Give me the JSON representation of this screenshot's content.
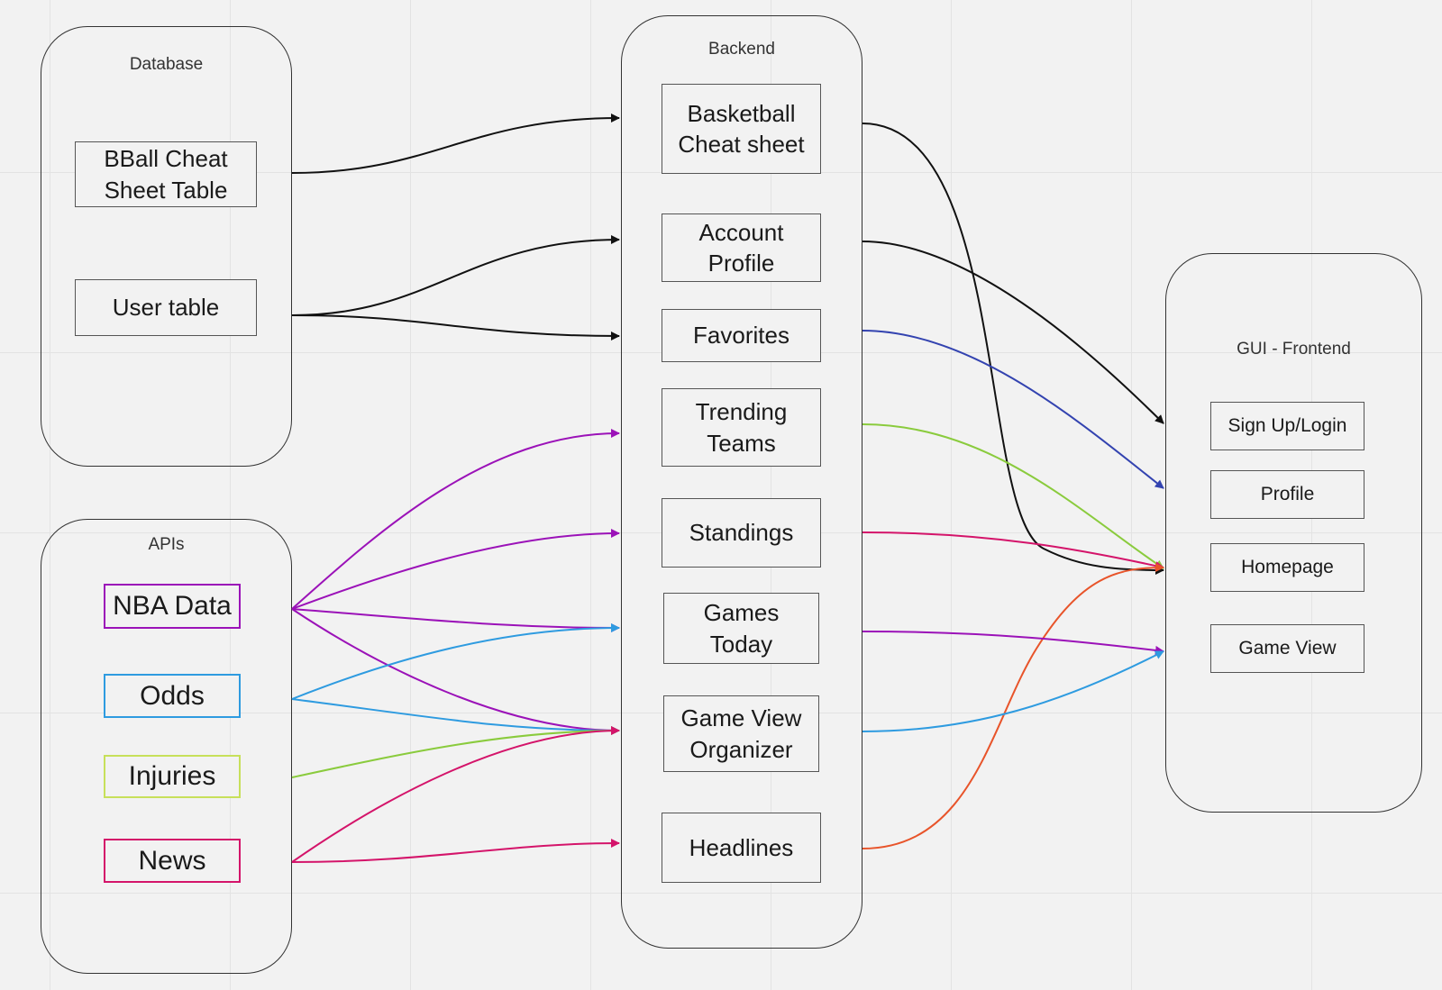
{
  "colors": {
    "black": "#111111",
    "purple": "#9b12b8",
    "blue": "#2e9be0",
    "green": "#8acb3d",
    "crimson": "#d4146a",
    "navy": "#3343b0",
    "orange": "#e8542a",
    "injuries_border": "#c7e05a"
  },
  "groups": {
    "database": {
      "title": "Database"
    },
    "apis": {
      "title": "APIs"
    },
    "backend": {
      "title": "Backend"
    },
    "frontend": {
      "title": "GUI - Frontend"
    }
  },
  "database": {
    "cheat_table": "BBall Cheat Sheet Table",
    "user_table": "User table"
  },
  "apis": {
    "nba_data": "NBA Data",
    "odds": "Odds",
    "injuries": "Injuries",
    "news": "News"
  },
  "backend": {
    "cheat_sheet": "Basketball Cheat sheet",
    "account_profile": "Account Profile",
    "favorites": "Favorites",
    "trending_teams": "Trending Teams",
    "standings": "Standings",
    "games_today": "Games Today",
    "game_view_organizer": "Game View Organizer",
    "headlines": "Headlines"
  },
  "frontend": {
    "signup_login": "Sign Up/Login",
    "profile": "Profile",
    "homepage": "Homepage",
    "game_view": "Game View"
  },
  "connections": [
    {
      "from": "BBall Cheat Sheet Table",
      "to": "Basketball Cheat sheet",
      "color": "black"
    },
    {
      "from": "User table",
      "to": "Account Profile",
      "color": "black"
    },
    {
      "from": "User table",
      "to": "Favorites",
      "color": "black"
    },
    {
      "from": "NBA Data",
      "to": "Trending Teams",
      "color": "purple"
    },
    {
      "from": "NBA Data",
      "to": "Standings",
      "color": "purple"
    },
    {
      "from": "NBA Data",
      "to": "Games Today",
      "color": "purple"
    },
    {
      "from": "NBA Data",
      "to": "Game View Organizer",
      "color": "purple"
    },
    {
      "from": "Odds",
      "to": "Games Today",
      "color": "blue"
    },
    {
      "from": "Odds",
      "to": "Game View Organizer",
      "color": "blue"
    },
    {
      "from": "Injuries",
      "to": "Game View Organizer",
      "color": "green"
    },
    {
      "from": "News",
      "to": "Game View Organizer",
      "color": "crimson"
    },
    {
      "from": "News",
      "to": "Headlines",
      "color": "crimson"
    },
    {
      "from": "Basketball Cheat sheet",
      "to": "Homepage",
      "color": "black"
    },
    {
      "from": "Account Profile",
      "to": "Sign Up/Login",
      "color": "black"
    },
    {
      "from": "Favorites",
      "to": "Profile",
      "color": "navy"
    },
    {
      "from": "Trending Teams",
      "to": "Homepage",
      "color": "green"
    },
    {
      "from": "Standings",
      "to": "Homepage",
      "color": "crimson"
    },
    {
      "from": "Headlines",
      "to": "Homepage",
      "color": "orange"
    },
    {
      "from": "Games Today",
      "to": "Game View",
      "color": "purple"
    },
    {
      "from": "Game View Organizer",
      "to": "Game View",
      "color": "blue"
    }
  ]
}
